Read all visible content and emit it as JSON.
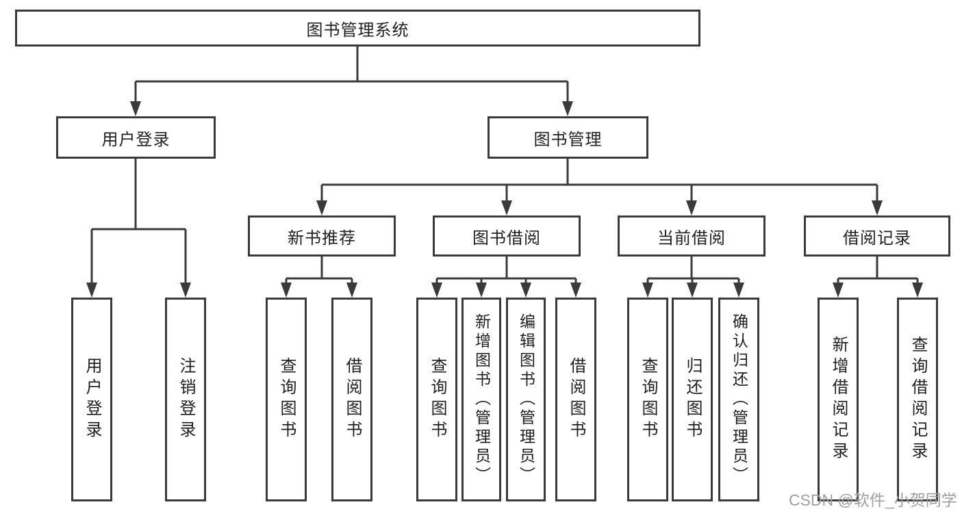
{
  "colors": {
    "line": "#3a3a3a",
    "text": "#1f1f1f",
    "watermark": "#9f9f9f"
  },
  "tree": {
    "root": {
      "label": "图书管理系统"
    },
    "branches": {
      "user_login": {
        "label": "用户登录",
        "children": {
          "login": {
            "label": "用户登录"
          },
          "logout": {
            "label": "注销登录"
          }
        }
      },
      "book_mgmt": {
        "label": "图书管理",
        "groups": {
          "new_book": {
            "label": "新书推荐",
            "children": {
              "query": {
                "label": "查询图书"
              },
              "borrow": {
                "label": "借阅图书"
              }
            }
          },
          "book_borrow": {
            "label": "图书借阅",
            "children": {
              "query": {
                "label": "查询图书"
              },
              "add": {
                "label": "新增图书（管理员）"
              },
              "edit": {
                "label": "编辑图书（管理员）"
              },
              "borrow": {
                "label": "借阅图书"
              }
            }
          },
          "current_borrow": {
            "label": "当前借阅",
            "children": {
              "query": {
                "label": "查询图书"
              },
              "return": {
                "label": "归还图书"
              },
              "confirm": {
                "label": "确认归还（管理员）"
              }
            }
          },
          "borrow_record": {
            "label": "借阅记录",
            "children": {
              "add": {
                "label": "新增借阅记录"
              },
              "query": {
                "label": "查询借阅记录"
              }
            }
          }
        }
      }
    }
  },
  "watermark": {
    "text": "CSDN @软件_小贺同学"
  }
}
